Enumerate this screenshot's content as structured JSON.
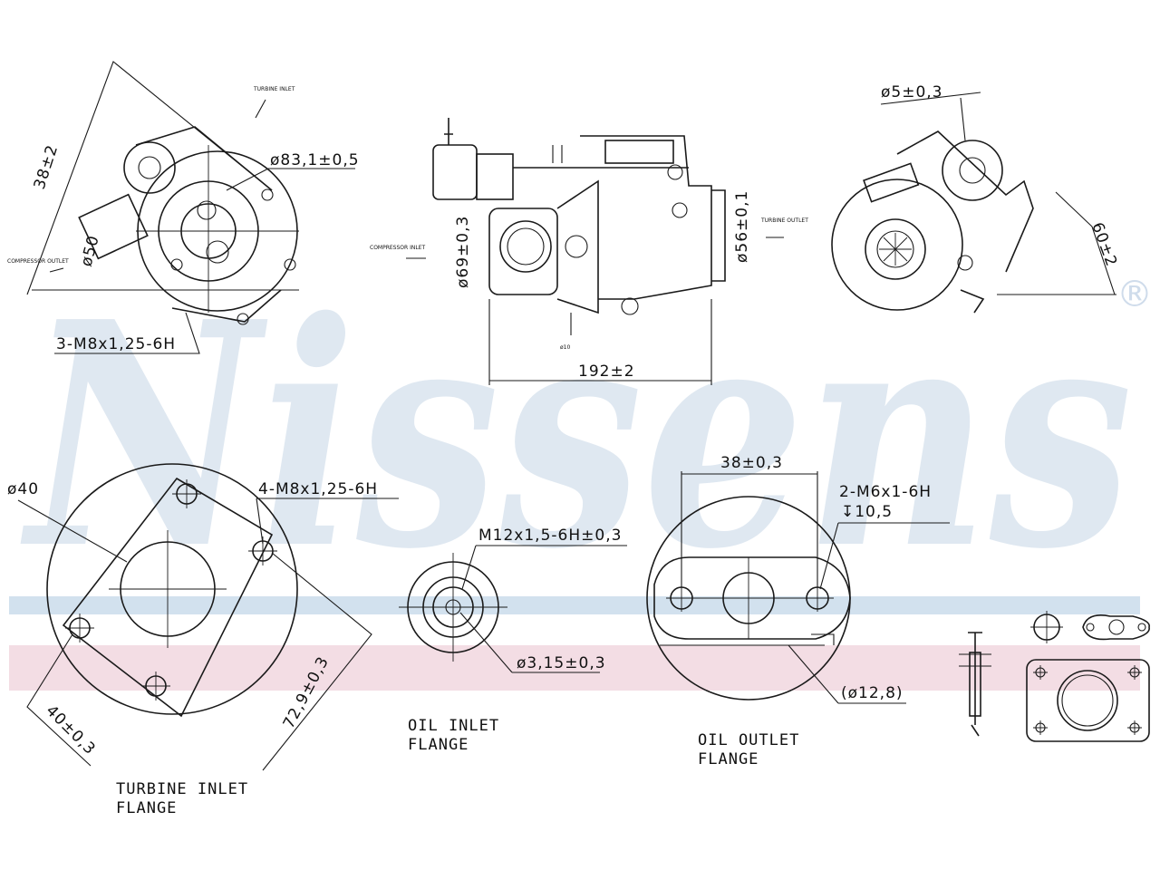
{
  "brand": {
    "watermark": "Nissens",
    "registered_mark": "®",
    "watermark_color": "#dfe8f1",
    "band_blue": "#d2e1ee",
    "band_pink": "#f3dde4"
  },
  "top_views": {
    "left": {
      "dim_angle": "38±2",
      "dim_outlet": "ø83,1±0,5",
      "dim_bore": "ø50",
      "thread": "3-M8x1,25-6H",
      "label_turbine_inlet": "TURBINE INLET",
      "label_compressor_outlet": "COMPRESSOR OUTLET"
    },
    "center": {
      "dim_inlet": "ø69±0,3",
      "dim_outlet": "ø56±0,1",
      "dim_length": "192±2",
      "dim_small": "ø10",
      "label_compressor_inlet": "COMPRESSOR INLET",
      "label_turbine_outlet": "TURBINE OUTLET"
    },
    "right": {
      "dim_pin": "ø5±0,3",
      "dim_angle": "60±2"
    }
  },
  "flanges": {
    "turbine": {
      "dim_bore": "ø40",
      "thread": "4-M8x1,25-6H",
      "dim_a": "40±0,3",
      "dim_b": "72,9±0,3",
      "caption_line1": "TURBINE INLET",
      "caption_line2": "FLANGE"
    },
    "oil_inlet": {
      "thread": "M12x1,5-6H±0,3",
      "dim_bore": "ø3,15±0,3",
      "caption_line1": "OIL INLET",
      "caption_line2": "FLANGE"
    },
    "oil_outlet": {
      "dim_spacing": "38±0,3",
      "thread": "2-M6x1-6H",
      "depth": "↧10,5",
      "dim_bore": "(ø12,8)",
      "caption_line1": "OIL OUTLET",
      "caption_line2": "FLANGE"
    }
  }
}
